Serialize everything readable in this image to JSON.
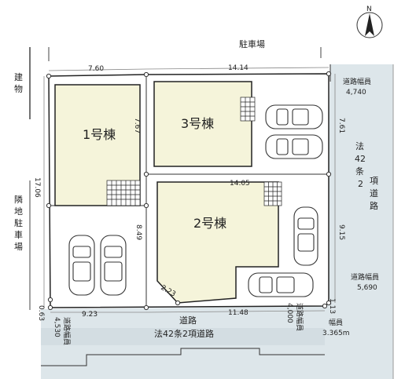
{
  "compass": {
    "label": "N"
  },
  "labels": {
    "parking_north": "駐車場",
    "building_left": [
      "建",
      "物"
    ],
    "adjacent_parking": [
      "隣",
      "地",
      "駐",
      "車",
      "場"
    ],
    "road_south_line1": "道路",
    "road_south_line2": "法42条2項道路",
    "road_east": [
      "法",
      "42",
      "条",
      "2",
      "項",
      "道",
      "路"
    ]
  },
  "buildings": {
    "b1": "1号棟",
    "b2": "2号棟",
    "b3": "3号棟"
  },
  "dimensions": {
    "top_left": "7.60",
    "top_right": "14.14",
    "left_side": "17.06",
    "b1_right": "7.67",
    "mid_right": "14.05",
    "mid_vertical": "8.49",
    "corner_cut": "2.23",
    "right_upper": "7.61",
    "right_lower": "9.15",
    "bottom_left": "9.23",
    "bottom_right": "11.48",
    "corner_left": "0.63",
    "corner_right": "1.13"
  },
  "road_widths": {
    "east_upper_label": "道路幅員",
    "east_upper_value": "4,740",
    "east_lower_label": "道路幅員",
    "east_lower_value": "5,690",
    "south_left_label": "道路幅員",
    "south_left_value": "4,530",
    "south_mid_label": "道路幅員",
    "south_mid_value": "4,000",
    "south_right_label": "幅員",
    "south_right_value": "3.365m"
  },
  "colors": {
    "building_fill": "#f5f4da",
    "road_fill": "#dde6ea",
    "site_outline": "#222222",
    "dim_line": "#888888"
  }
}
